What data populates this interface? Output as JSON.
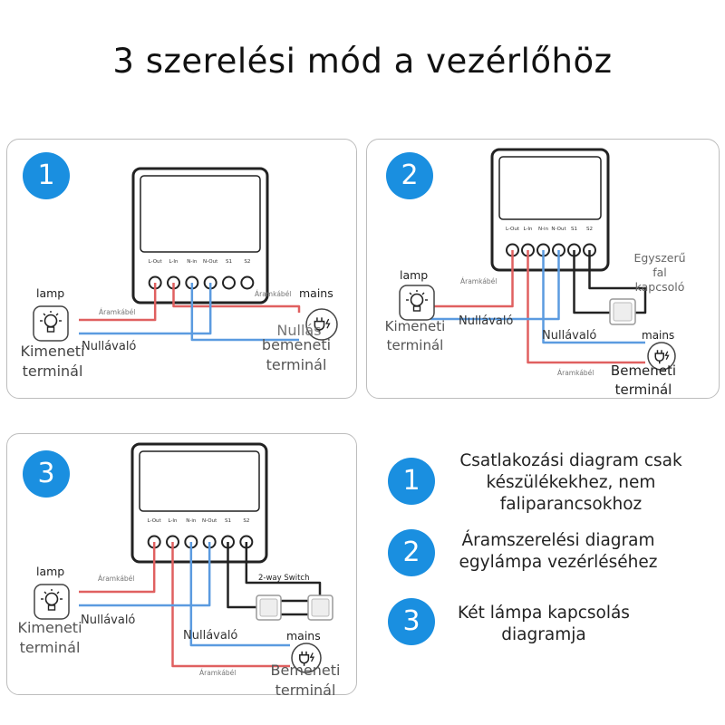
{
  "title": "3 szerelési mód a vezérlőhöz",
  "terminals": [
    "L-Out",
    "L-In",
    "N-in",
    "N-Out",
    "S1",
    "S2"
  ],
  "labels": {
    "lamp": "lamp",
    "mains": "mains",
    "aramkabel": "Áramkábél",
    "nullavalo": "Nullávaló",
    "kimeneti": "Kimeneti terminál",
    "bemeneti": "Bemeneti terminál",
    "nullas_bemeneti": "Nullás bemeneti terminál",
    "egyszeru_fal": "Egyszerű fal kapcsoló",
    "two_way": "2-way Switch"
  },
  "panels": [
    {
      "number": "1"
    },
    {
      "number": "2"
    },
    {
      "number": "3"
    }
  ],
  "legend": [
    {
      "number": "1",
      "text": "Csatlakozási diagram csak készülékekhez, nem faliparancsokhoz"
    },
    {
      "number": "2",
      "text": "Áramszerelési diagram egylámpa vezérléséhez"
    },
    {
      "number": "3",
      "text": "Két lámpa kapcsolás diagramja"
    }
  ],
  "colors": {
    "badge": "#1a8fe0",
    "live": "#e06060",
    "neutral": "#5b9be0",
    "switch": "#222222"
  }
}
